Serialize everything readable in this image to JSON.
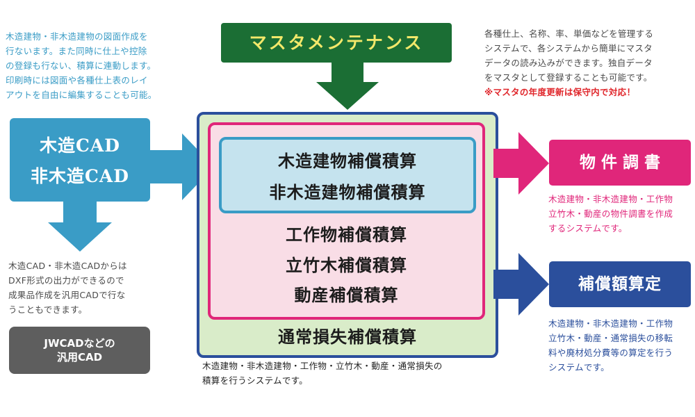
{
  "master": {
    "title": "マスタメンテナンス",
    "note_lines": [
      "各種仕上、名称、率、単価などを管理する",
      "システムで、各システムから簡単にマスタ",
      "データの読み込みができます。独自データ",
      "をマスタとして登録することも可能です。"
    ],
    "note_highlight": "※マスタの年度更新は保守内で対応！"
  },
  "cad": {
    "line1": "木造CAD",
    "line2": "非木造CAD",
    "note_lines": [
      "木造建物・非木造建物の図面作成を",
      "行ないます。また同時に仕上や控除",
      "の登録も行ない、積算に連動します。",
      "印刷時には図面や各種仕上表のレイ",
      "アウトを自由に編集することも可能。"
    ],
    "dxf_note_lines": [
      "木造CAD・非木造CADからは",
      "DXF形式の出力ができるので",
      "成果品作成を汎用CADで行な",
      "うこともできます。"
    ]
  },
  "jwcad": {
    "line1": "JWCADなどの",
    "line2": "汎用CAD"
  },
  "center": {
    "inner_line1": "木造建物補償積算",
    "inner_line2": "非木造建物補償積算",
    "pink_line1": "工作物補償積算",
    "pink_line2": "立竹木補償積算",
    "pink_line3": "動産補償積算",
    "outer_line": "通常損失補償積算",
    "note_lines": [
      "木造建物・非木造建物・工作物・立竹木・動産・通常損失の",
      "積算を行うシステムです。"
    ]
  },
  "survey": {
    "title": "物 件 調 書",
    "note_lines": [
      "木造建物・非木造建物・工作物",
      "立竹木・動産の物件調書を作成",
      "するシステムです。"
    ]
  },
  "compensation": {
    "title": "補償額算定",
    "note_lines": [
      "木造建物・非木造建物・工作物",
      "立竹木・動産・通常損失の移転",
      "料や廃材処分費等の算定を行う",
      "システムです。"
    ]
  },
  "colors": {
    "green": "#1b6e34",
    "cyan": "#3a9cc6",
    "navy": "#2b4f9c",
    "pink": "#e0267a",
    "gray": "#5e5e5e",
    "outer_bg": "#d9ecc9",
    "pink_bg": "#f9dde6",
    "inner_bg": "#c5e3ee"
  }
}
